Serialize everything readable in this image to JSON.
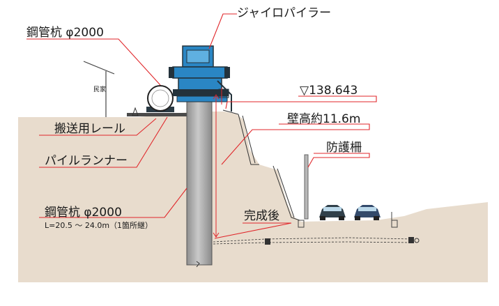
{
  "labels": {
    "gyro_piler": "ジャイロパイラー",
    "pipe_pile_top": "鋼管杭 φ2000",
    "house": "民家",
    "elevation": "▽138.643",
    "wall_height": "壁高約11.6m",
    "rail": "搬送用レール",
    "pile_runner": "パイルランナー",
    "fence": "防護柵",
    "pipe_pile_main": "鋼管杭 φ2000",
    "pile_length": "L=20.5 ～ 24.0m（1箇所継）",
    "after_completion": "完成後"
  },
  "colors": {
    "ground": "#e8dccd",
    "leader_line": "#e0262a",
    "machine_blue": "#2a86c4",
    "machine_dark": "#23323b",
    "pile_gray": "#a9a9a9",
    "car": "#31404a",
    "car_blue": "#334a6b"
  },
  "icons": [
    "pipe-pile-on-cart-icon",
    "gyro-piler-machine-icon",
    "car-icon",
    "house-icon"
  ]
}
